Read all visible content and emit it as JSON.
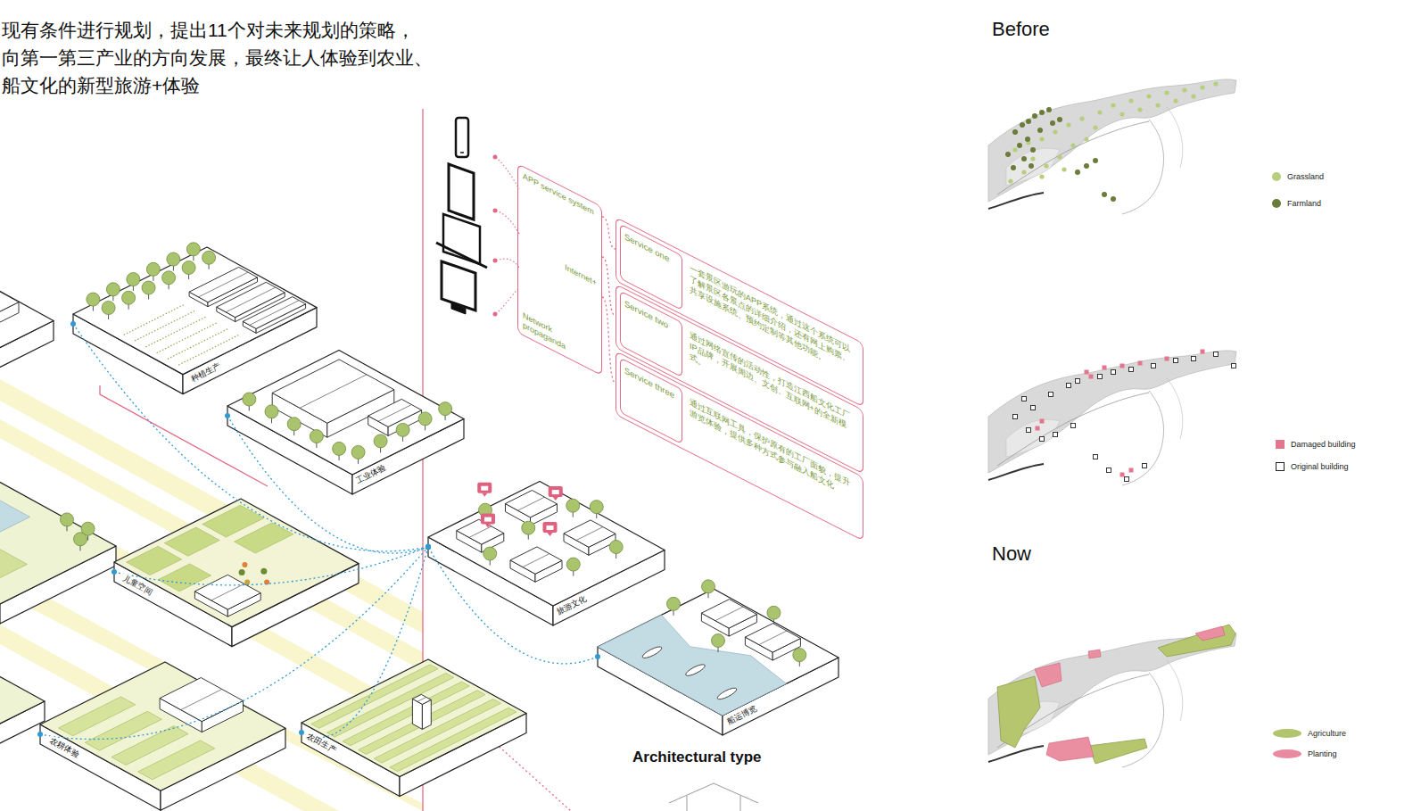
{
  "diagram": {
    "nodes": [
      {
        "text": [
          "种植生产"
        ]
      },
      {
        "text": [
          "工业体验"
        ]
      },
      {
        "text": [
          "儿童空间"
        ]
      },
      {
        "text": [
          "旅游文化"
        ]
      },
      {
        "text": [
          "船运博览"
        ]
      },
      {
        "text": [
          "农耕体验"
        ]
      },
      {
        "text": [
          "农田生产"
        ]
      },
      {
        "text": [
          "APP service system",
          "Internet+",
          "Network propaganda"
        ]
      },
      {
        "text": [
          "Service one",
          "一套景区游玩的APP系统，通过这个系统可以了解景区各景点的详细介绍，还有网上购票、共享设施系统、预约定制等其他功能。"
        ]
      },
      {
        "text": [
          "Service two",
          "通过网络宣传的活动性，打造江西船文化工厂IP品牌，开展周边、文创、互联网+的全新模式。"
        ]
      },
      {
        "text": [
          "Service three",
          "通过互联网工具，保护原有的工厂面貌，提升游览体验，提供多种方式参与融入船文化"
        ]
      }
    ],
    "edges": [
      {
        "from": 0,
        "to": 3,
        "arrow": "none"
      },
      {
        "from": 1,
        "to": 3,
        "arrow": "none"
      },
      {
        "from": 2,
        "to": 3,
        "arrow": "none"
      },
      {
        "from": 5,
        "to": 3,
        "arrow": "none"
      },
      {
        "from": 6,
        "to": 3,
        "arrow": "none"
      },
      {
        "from": 4,
        "to": 3,
        "arrow": "none"
      },
      {
        "from": 7,
        "to": 8,
        "arrow": "none"
      },
      {
        "from": 7,
        "to": 9,
        "arrow": "none"
      },
      {
        "from": 7,
        "to": 10,
        "arrow": "none"
      }
    ],
    "labels": [
      "现有条件进行规划，提出11个对未来规划的策略， 向第一第三产业的方向发展，最终让人体验到农业、 船文化的新型旅游+体验",
      "Before",
      "Now",
      "Architectural type"
    ],
    "legend": [
      {
        "text": "Grassland",
        "color": "#b7cf7c"
      },
      {
        "text": "Farmland",
        "color": "#6b7b3a"
      },
      {
        "text": "Damaged building",
        "color": "#e3768c"
      },
      {
        "text": "Original building"
      },
      {
        "text": "Agriculture",
        "color": "#b3c46e"
      },
      {
        "text": "Planting",
        "color": "#ea8aa0"
      }
    ]
  }
}
